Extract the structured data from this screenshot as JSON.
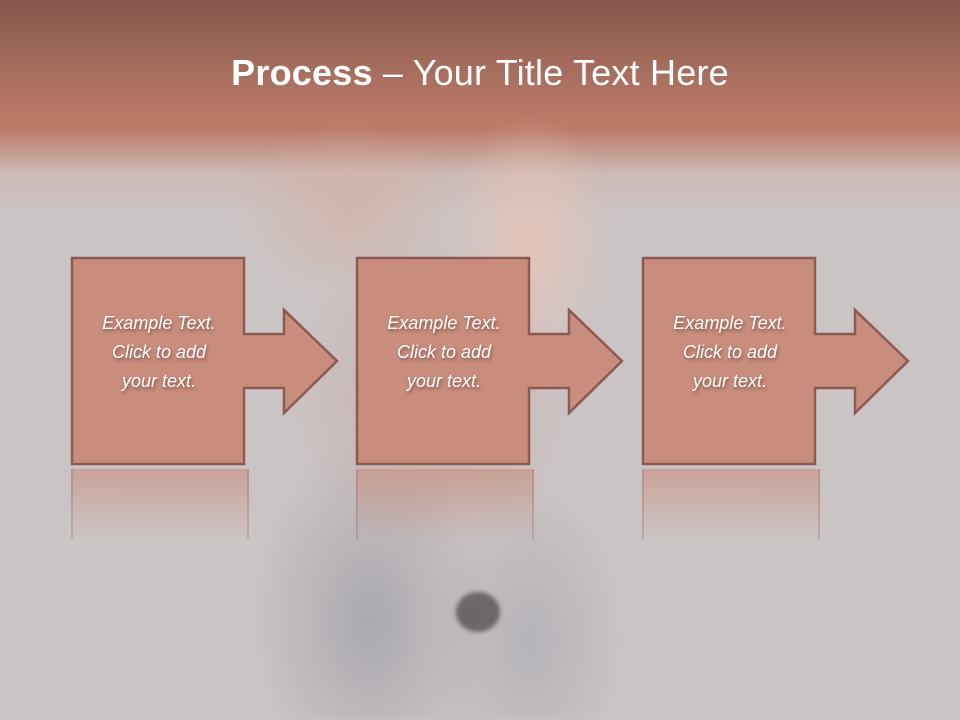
{
  "slide": {
    "title": {
      "bold": "Process",
      "separator": " – ",
      "rest": "Your Title Text Here"
    },
    "colors": {
      "header_top": "#85564a",
      "header_bottom": "#bb7b68",
      "background": "#cbc5c5",
      "box_fill": "#c98d7d",
      "box_border": "#8b5a50",
      "text": "#ffffff"
    },
    "steps": [
      {
        "line1": "Example Text.",
        "line2": "Click  to add",
        "line3": "your text."
      },
      {
        "line1": "Example Text.",
        "line2": "Click  to add",
        "line3": "your text."
      },
      {
        "line1": "Example Text.",
        "line2": "Click  to add",
        "line3": "your text."
      }
    ]
  }
}
